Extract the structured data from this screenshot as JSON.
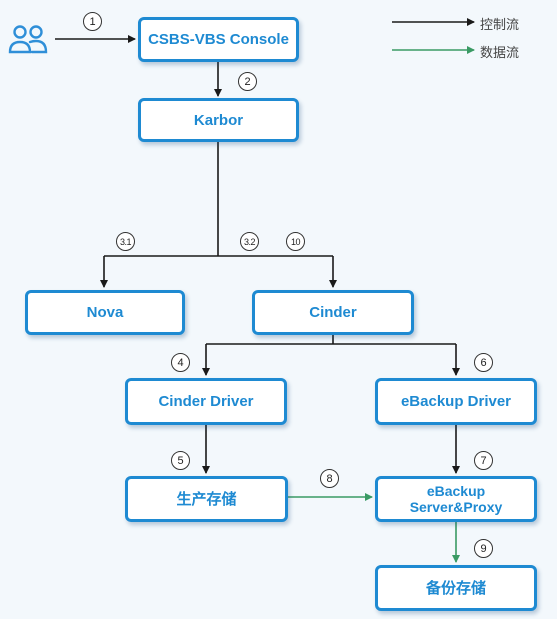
{
  "colors": {
    "box_border": "#1e8ad2",
    "box_text": "#1e8ad2",
    "control_flow": "#1a1a1a",
    "data_flow": "#3a9a64",
    "user_icon": "#2f8fd8"
  },
  "icons": {
    "user": "users-icon"
  },
  "legend": {
    "control": "控制流",
    "data": "数据流"
  },
  "nodes": {
    "console": "CSBS-VBS Console",
    "karbor": "Karbor",
    "nova": "Nova",
    "cinder": "Cinder",
    "cinder_driver": "Cinder Driver",
    "ebackup_driver": "eBackup Driver",
    "production_storage": "生产存储",
    "ebackup_server": "eBackup\nServer&Proxy",
    "backup_storage": "备份存储"
  },
  "steps": {
    "s1": "1",
    "s2": "2",
    "s3_1": "3.1",
    "s3_2": "3.2",
    "s4": "4",
    "s5": "5",
    "s6": "6",
    "s7": "7",
    "s8": "8",
    "s9": "9",
    "s10": "10"
  }
}
